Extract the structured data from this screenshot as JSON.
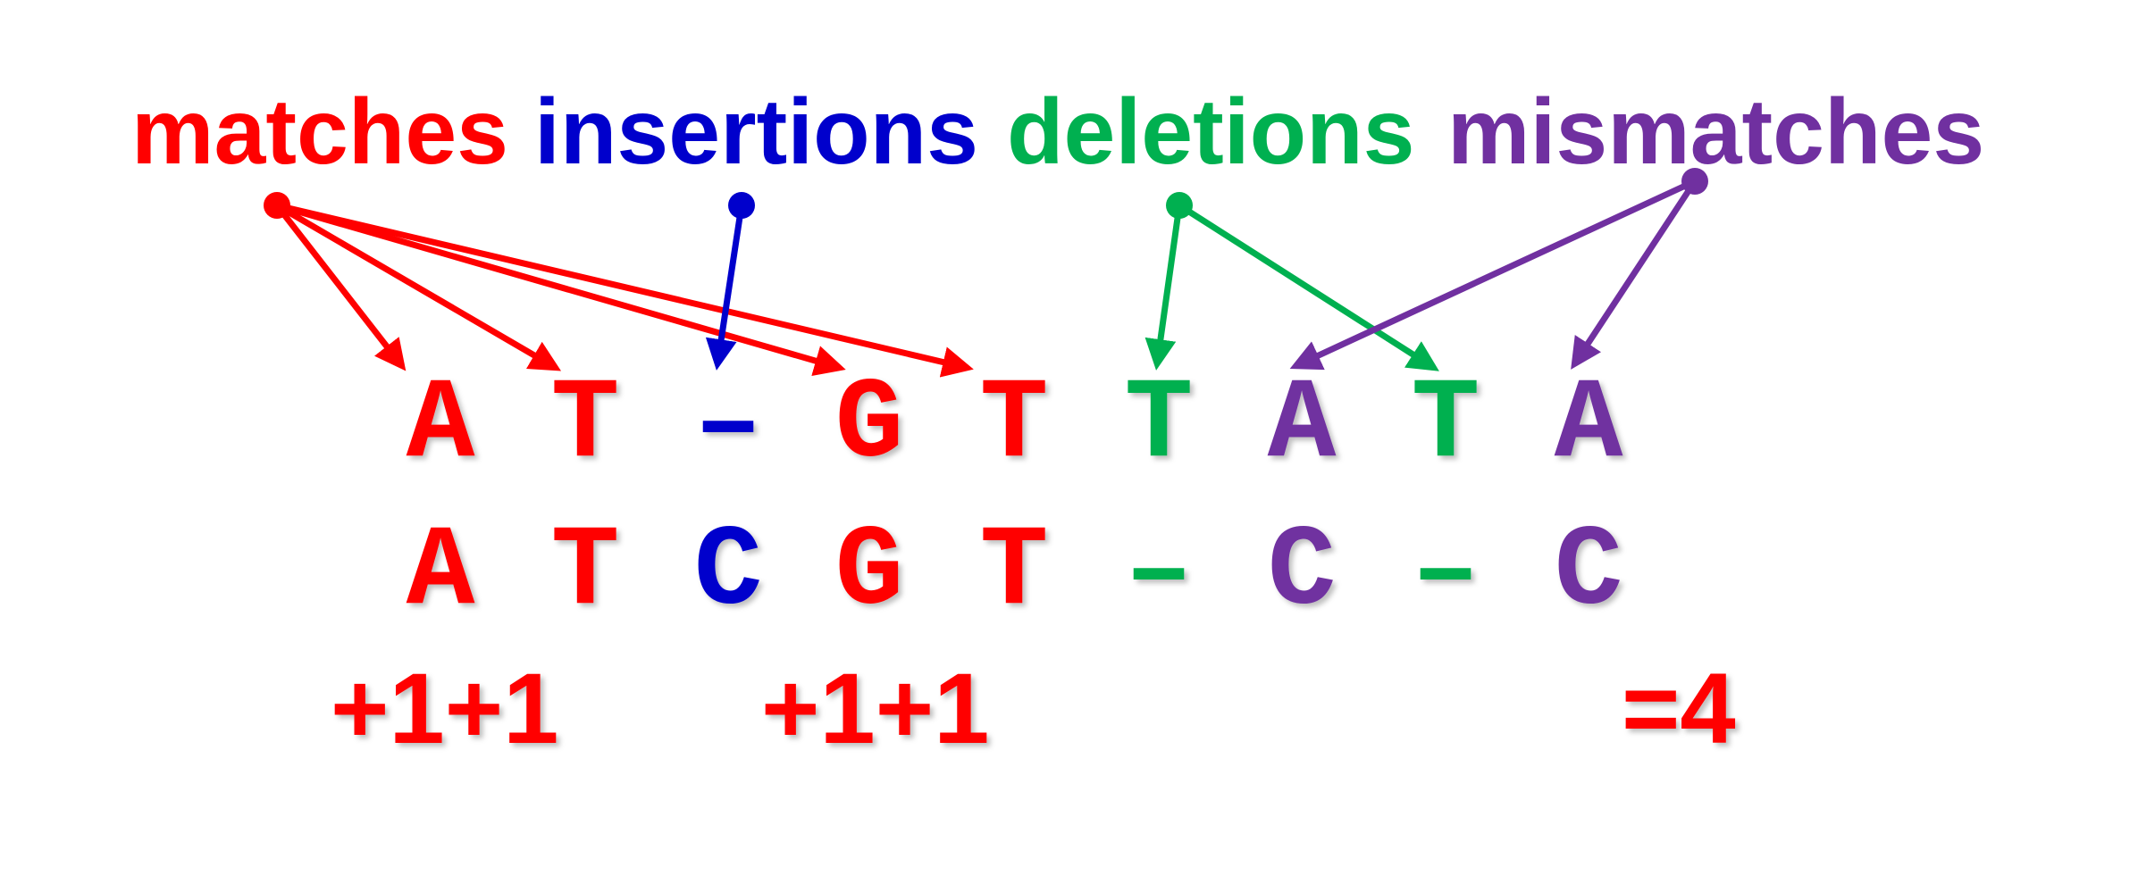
{
  "colors": {
    "match": "#ff0000",
    "insertion": "#0000cc",
    "deletion": "#00b050",
    "mismatch": "#7030a0"
  },
  "categories": {
    "matches": "matches",
    "insertions": "insertions",
    "deletions": "deletions",
    "mismatches": "mismatches"
  },
  "alignment": {
    "top": [
      "A",
      "T",
      "–",
      "G",
      "T",
      "T",
      "A",
      "T",
      "A"
    ],
    "bottom": [
      "A",
      "T",
      "C",
      "G",
      "T",
      "–",
      "C",
      "–",
      "C"
    ],
    "column_types": [
      "match",
      "match",
      "insertion",
      "match",
      "match",
      "deletion",
      "mismatch",
      "deletion",
      "mismatch"
    ]
  },
  "score": {
    "part1": "+1+1",
    "part2": "+1+1",
    "total": "=4"
  }
}
